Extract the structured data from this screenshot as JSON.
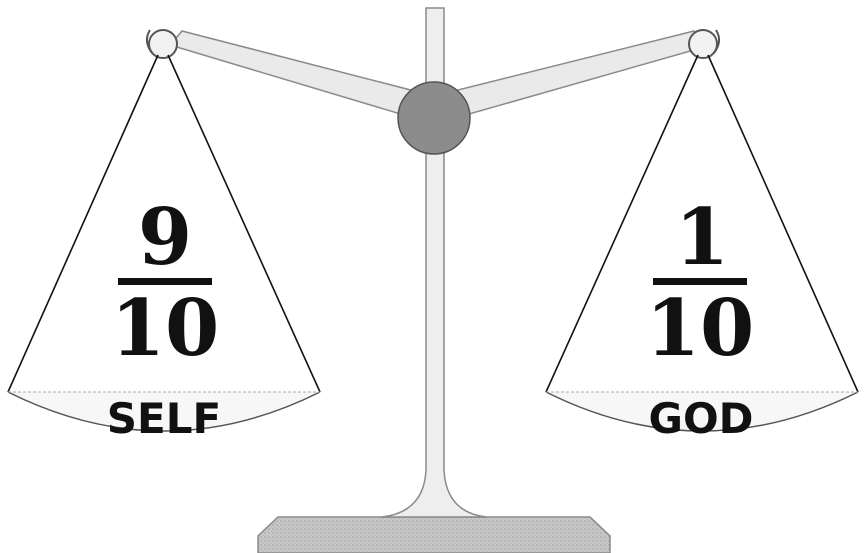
{
  "left_pan": {
    "numerator": "9",
    "denominator": "10",
    "label": "SELF"
  },
  "right_pan": {
    "numerator": "1",
    "denominator": "10",
    "label": "GOD"
  },
  "colors": {
    "ink": "#111111",
    "frame_fill": "#e9e9e9",
    "frame_stroke": "#8a8a8a",
    "pivot": "#8c8c8c",
    "base": "#c4c4c4"
  }
}
